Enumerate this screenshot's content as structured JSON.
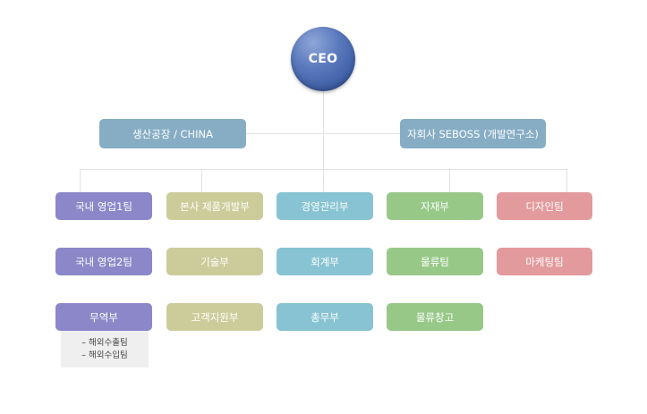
{
  "ceo": {
    "label": "CEO",
    "color": "#4a6ab3"
  },
  "affiliates": [
    {
      "label": "생산공장 / CHINA",
      "color": "#86adc4"
    },
    {
      "label": "자회사 SEBOSS (개발연구소)",
      "color": "#86adc4"
    }
  ],
  "columns": [
    {
      "color": "#8b87c9",
      "items": [
        "국내 영업1팀",
        "국내 영업2팀",
        "무역부"
      ]
    },
    {
      "color": "#cccc9a",
      "items": [
        "본사 제품개발부",
        "기술부",
        "고객지원부"
      ]
    },
    {
      "color": "#87c3d2",
      "items": [
        "경영관리부",
        "회계부",
        "총무부"
      ]
    },
    {
      "color": "#97c888",
      "items": [
        "자재부",
        "물류팀",
        "물류창고"
      ]
    },
    {
      "color": "#e39a9c",
      "items": [
        "디자인팀",
        "마케팅팀"
      ]
    }
  ],
  "trade_subteams": [
    "– 해외수출팀",
    "– 해외수입팀"
  ]
}
